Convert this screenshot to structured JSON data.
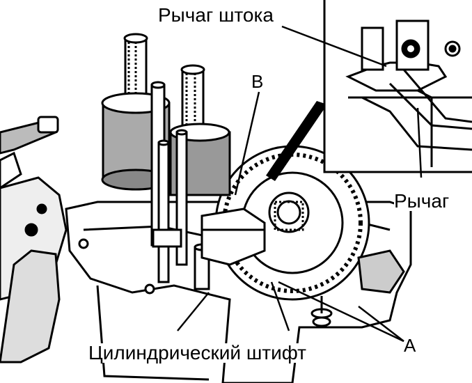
{
  "labels": {
    "rod_lever": "Рычаг штока",
    "lever": "Рычаг",
    "point_b": "B",
    "point_a": "A",
    "cylindrical_pin": "Цилиндрический штифт"
  },
  "colors": {
    "ink": "#000000",
    "paper": "#ffffff",
    "shade": "#9a9a9a"
  }
}
